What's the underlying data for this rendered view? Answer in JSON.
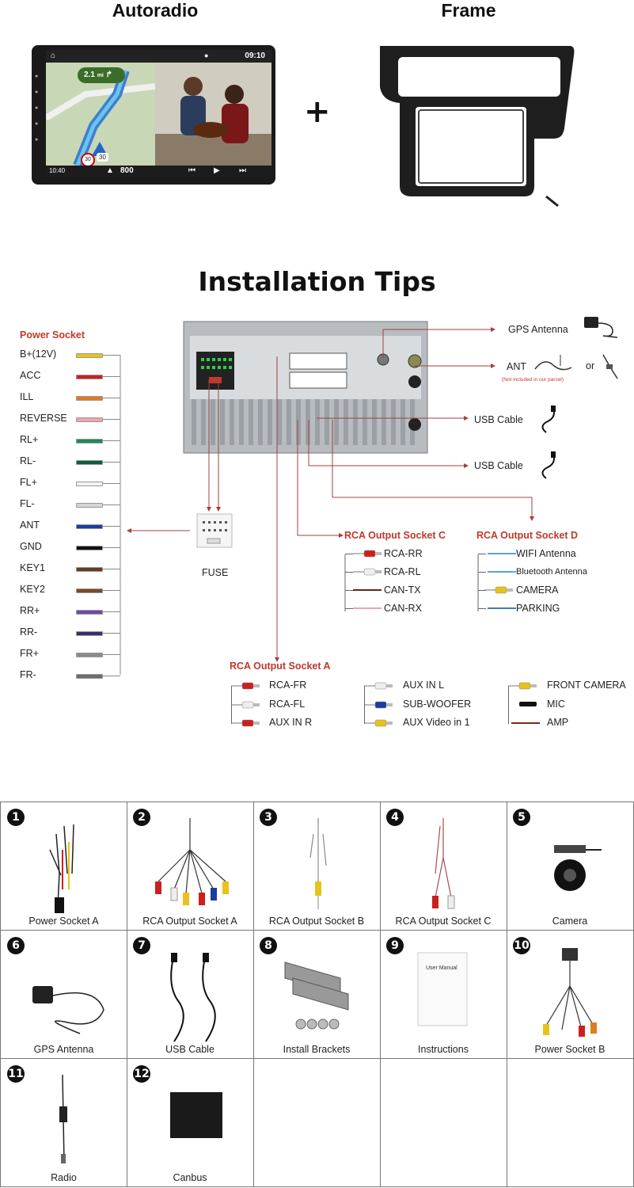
{
  "header": {
    "autoradio_title": "Autoradio",
    "plus": "+",
    "frame_title": "Frame"
  },
  "screen": {
    "time": "09:10",
    "clock_small": "10:40",
    "distance": "2.1",
    "distance_unit": "mi",
    "speed_limit": "30",
    "speed": "30",
    "big_number": "800"
  },
  "installation_title": "Installation Tips",
  "power_socket": {
    "title": "Power Socket",
    "items": [
      {
        "label": "B+(12V)",
        "color": "#e8c21a"
      },
      {
        "label": "ACC",
        "color": "#cc1f1f"
      },
      {
        "label": "ILL",
        "color": "#e07b22"
      },
      {
        "label": "REVERSE",
        "color": "#f0a3ad"
      },
      {
        "label": "RL+",
        "color": "#1c8a5a"
      },
      {
        "label": "RL-",
        "color": "#0e5e3c"
      },
      {
        "label": "FL+",
        "color": "#f2f2f2"
      },
      {
        "label": "FL-",
        "color": "#d6d6d6"
      },
      {
        "label": "ANT",
        "color": "#1b3c9b"
      },
      {
        "label": "GND",
        "color": "#111111"
      },
      {
        "label": "KEY1",
        "color": "#6b3a22"
      },
      {
        "label": "KEY2",
        "color": "#7a4a2a"
      },
      {
        "label": "RR+",
        "color": "#6e4aa8"
      },
      {
        "label": "RR-",
        "color": "#3f2a78"
      },
      {
        "label": "FR+",
        "color": "#8c8c8c"
      },
      {
        "label": "FR-",
        "color": "#6c6c6c"
      }
    ]
  },
  "connections": {
    "gps": "GPS Antenna",
    "ant": "ANT",
    "ant_note": "(Not included in our parcel)",
    "or": "or",
    "usb1": "USB Cable",
    "usb2": "USB Cable",
    "fuse": "FUSE"
  },
  "rca_c": {
    "title": "RCA Output Socket C",
    "items": [
      "RCA-RR",
      "RCA-RL",
      "CAN-TX",
      "CAN-RX"
    ]
  },
  "rca_d": {
    "title": "RCA Output Socket D",
    "items": [
      "WIFI Antenna",
      "Bluetooth Antenna",
      "CAMERA",
      "PARKING"
    ]
  },
  "rca_a": {
    "title": "RCA Output Socket A",
    "col1": [
      "RCA-FR",
      "RCA-FL",
      "AUX IN R"
    ],
    "col2": [
      "AUX IN L",
      "SUB-WOOFER",
      "AUX Video in 1"
    ],
    "col3": [
      "FRONT CAMERA",
      "MIC",
      "AMP"
    ]
  },
  "package": [
    {
      "num": "1",
      "label": "Power Socket A"
    },
    {
      "num": "2",
      "label": "RCA Output Socket A"
    },
    {
      "num": "3",
      "label": "RCA Output Socket B"
    },
    {
      "num": "4",
      "label": "RCA Output Socket C"
    },
    {
      "num": "5",
      "label": "Camera"
    },
    {
      "num": "6",
      "label": "GPS Antenna"
    },
    {
      "num": "7",
      "label": "USB Cable"
    },
    {
      "num": "8",
      "label": "Install Brackets"
    },
    {
      "num": "9",
      "label": "Instructions"
    },
    {
      "num": "10",
      "label": "Power Socket B"
    },
    {
      "num": "11",
      "label": "Radio"
    },
    {
      "num": "12",
      "label": "Canbus"
    }
  ],
  "manual_text": "User Manual",
  "colors": {
    "accent_red": "#c0392b",
    "line": "#a04040"
  }
}
